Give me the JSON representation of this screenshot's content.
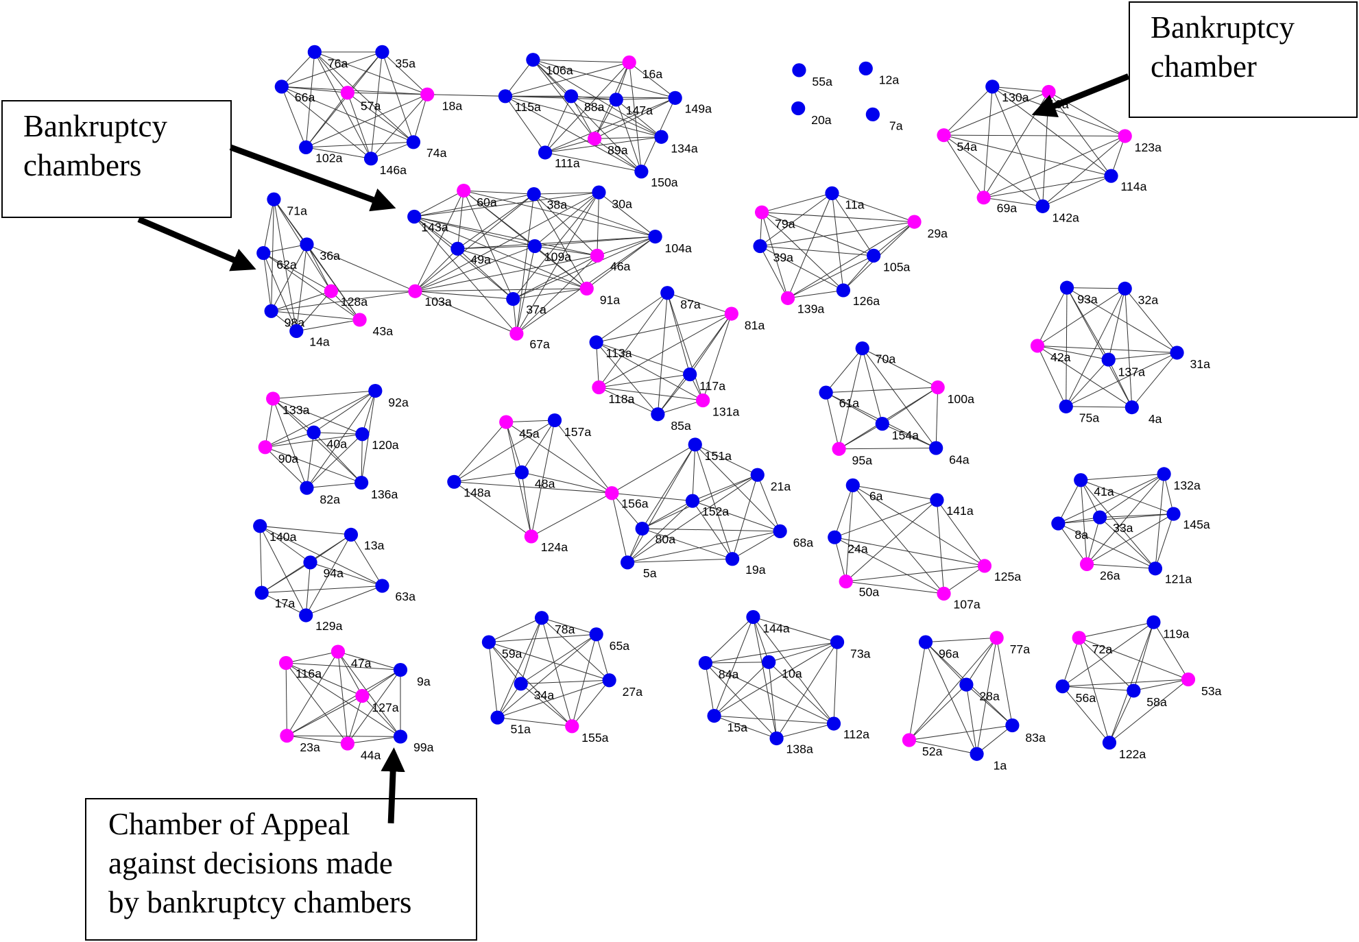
{
  "colors": {
    "blue": "#0000ee",
    "pink": "#ff00ff",
    "edge": "#333333"
  },
  "callouts": {
    "top_right": [
      "Bankruptcy",
      "chamber"
    ],
    "left": [
      "Bankruptcy",
      "chambers"
    ],
    "bottom": [
      "Chamber of Appeal",
      "against decisions made",
      "by bankruptcy chambers"
    ]
  },
  "clusters": [
    {
      "nodes": [
        [
          "76a",
          "blue"
        ],
        [
          "35a",
          "blue"
        ],
        [
          "66a",
          "blue"
        ],
        [
          "57a",
          "pink"
        ],
        [
          "18a",
          "pink"
        ],
        [
          "102a",
          "blue"
        ],
        [
          "146a",
          "blue"
        ],
        [
          "74a",
          "blue"
        ]
      ]
    },
    {
      "nodes": [
        [
          "106a",
          "blue"
        ],
        [
          "16a",
          "pink"
        ],
        [
          "115a",
          "blue"
        ],
        [
          "88a",
          "blue"
        ],
        [
          "147a",
          "blue"
        ],
        [
          "149a",
          "blue"
        ],
        [
          "89a",
          "pink"
        ],
        [
          "134a",
          "blue"
        ],
        [
          "111a",
          "blue"
        ],
        [
          "150a",
          "blue"
        ]
      ]
    },
    {
      "nodes": [
        [
          "55a",
          "blue"
        ]
      ]
    },
    {
      "nodes": [
        [
          "12a",
          "blue"
        ]
      ]
    },
    {
      "nodes": [
        [
          "20a",
          "blue"
        ]
      ]
    },
    {
      "nodes": [
        [
          "7a",
          "blue"
        ]
      ]
    },
    {
      "nodes": [
        [
          "130a",
          "blue"
        ],
        [
          "110a",
          "pink"
        ],
        [
          "54a",
          "pink"
        ],
        [
          "123a",
          "pink"
        ],
        [
          "114a",
          "blue"
        ],
        [
          "69a",
          "pink"
        ],
        [
          "142a",
          "blue"
        ]
      ]
    },
    {
      "nodes": [
        [
          "71a",
          "blue"
        ],
        [
          "36a",
          "blue"
        ],
        [
          "62a",
          "blue"
        ],
        [
          "128a",
          "pink"
        ],
        [
          "98a",
          "blue"
        ],
        [
          "14a",
          "blue"
        ],
        [
          "43a",
          "pink"
        ]
      ]
    },
    {
      "nodes": [
        [
          "143a",
          "blue"
        ],
        [
          "60a",
          "pink"
        ],
        [
          "38a",
          "blue"
        ],
        [
          "30a",
          "blue"
        ],
        [
          "104a",
          "blue"
        ],
        [
          "49a",
          "blue"
        ],
        [
          "109a",
          "blue"
        ],
        [
          "46a",
          "pink"
        ],
        [
          "103a",
          "pink"
        ],
        [
          "91a",
          "pink"
        ],
        [
          "37a",
          "blue"
        ],
        [
          "67a",
          "pink"
        ]
      ]
    },
    {
      "nodes": [
        [
          "79a",
          "pink"
        ],
        [
          "11a",
          "blue"
        ],
        [
          "29a",
          "pink"
        ],
        [
          "39a",
          "blue"
        ],
        [
          "105a",
          "blue"
        ],
        [
          "139a",
          "pink"
        ],
        [
          "126a",
          "blue"
        ]
      ]
    },
    {
      "nodes": [
        [
          "93a",
          "blue"
        ],
        [
          "32a",
          "blue"
        ],
        [
          "42a",
          "pink"
        ],
        [
          "31a",
          "blue"
        ],
        [
          "137a",
          "blue"
        ],
        [
          "75a",
          "blue"
        ],
        [
          "4a",
          "blue"
        ]
      ]
    },
    {
      "nodes": [
        [
          "87a",
          "blue"
        ],
        [
          "81a",
          "pink"
        ],
        [
          "113a",
          "blue"
        ],
        [
          "117a",
          "blue"
        ],
        [
          "118a",
          "pink"
        ],
        [
          "131a",
          "pink"
        ],
        [
          "85a",
          "blue"
        ]
      ]
    },
    {
      "nodes": [
        [
          "70a",
          "blue"
        ],
        [
          "61a",
          "blue"
        ],
        [
          "100a",
          "pink"
        ],
        [
          "154a",
          "blue"
        ],
        [
          "95a",
          "pink"
        ],
        [
          "64a",
          "blue"
        ]
      ]
    },
    {
      "nodes": [
        [
          "133a",
          "pink"
        ],
        [
          "92a",
          "blue"
        ],
        [
          "40a",
          "blue"
        ],
        [
          "120a",
          "blue"
        ],
        [
          "90a",
          "pink"
        ],
        [
          "82a",
          "blue"
        ],
        [
          "136a",
          "blue"
        ]
      ]
    },
    {
      "nodes": [
        [
          "45a",
          "pink"
        ],
        [
          "157a",
          "blue"
        ],
        [
          "148a",
          "blue"
        ],
        [
          "48a",
          "blue"
        ],
        [
          "156a",
          "pink"
        ],
        [
          "124a",
          "pink"
        ]
      ]
    },
    {
      "nodes": [
        [
          "151a",
          "blue"
        ],
        [
          "21a",
          "blue"
        ],
        [
          "152a",
          "blue"
        ],
        [
          "80a",
          "blue"
        ],
        [
          "68a",
          "blue"
        ],
        [
          "5a",
          "blue"
        ],
        [
          "19a",
          "blue"
        ]
      ]
    },
    {
      "nodes": [
        [
          "6a",
          "blue"
        ],
        [
          "141a",
          "blue"
        ],
        [
          "24a",
          "blue"
        ],
        [
          "125a",
          "pink"
        ],
        [
          "50a",
          "pink"
        ],
        [
          "107a",
          "pink"
        ]
      ]
    },
    {
      "nodes": [
        [
          "41a",
          "blue"
        ],
        [
          "132a",
          "blue"
        ],
        [
          "145a",
          "blue"
        ],
        [
          "8a",
          "blue"
        ],
        [
          "33a",
          "blue"
        ],
        [
          "26a",
          "pink"
        ],
        [
          "121a",
          "blue"
        ]
      ]
    },
    {
      "nodes": [
        [
          "140a",
          "blue"
        ],
        [
          "13a",
          "blue"
        ],
        [
          "94a",
          "blue"
        ],
        [
          "63a",
          "blue"
        ],
        [
          "17a",
          "blue"
        ],
        [
          "129a",
          "blue"
        ]
      ]
    },
    {
      "nodes": [
        [
          "116a",
          "pink"
        ],
        [
          "47a",
          "pink"
        ],
        [
          "9a",
          "blue"
        ],
        [
          "127a",
          "pink"
        ],
        [
          "23a",
          "pink"
        ],
        [
          "44a",
          "pink"
        ],
        [
          "99a",
          "blue"
        ]
      ]
    },
    {
      "nodes": [
        [
          "78a",
          "blue"
        ],
        [
          "59a",
          "blue"
        ],
        [
          "65a",
          "blue"
        ],
        [
          "27a",
          "blue"
        ],
        [
          "34a",
          "blue"
        ],
        [
          "51a",
          "blue"
        ],
        [
          "155a",
          "pink"
        ]
      ]
    },
    {
      "nodes": [
        [
          "144a",
          "blue"
        ],
        [
          "73a",
          "blue"
        ],
        [
          "84a",
          "blue"
        ],
        [
          "10a",
          "blue"
        ],
        [
          "15a",
          "blue"
        ],
        [
          "112a",
          "blue"
        ],
        [
          "138a",
          "blue"
        ]
      ]
    },
    {
      "nodes": [
        [
          "96a",
          "blue"
        ],
        [
          "77a",
          "pink"
        ],
        [
          "28a",
          "blue"
        ],
        [
          "83a",
          "blue"
        ],
        [
          "52a",
          "pink"
        ],
        [
          "1a",
          "blue"
        ]
      ]
    },
    {
      "nodes": [
        [
          "72a",
          "pink"
        ],
        [
          "119a",
          "blue"
        ],
        [
          "53a",
          "pink"
        ],
        [
          "56a",
          "blue"
        ],
        [
          "58a",
          "blue"
        ],
        [
          "122a",
          "blue"
        ]
      ]
    }
  ],
  "links": [
    [
      "18a",
      "115a"
    ],
    [
      "103a",
      "128a"
    ],
    [
      "103a",
      "36a"
    ],
    [
      "103a",
      "98a"
    ],
    [
      "156a",
      "151a"
    ],
    [
      "156a",
      "80a"
    ],
    [
      "156a",
      "5a"
    ],
    [
      "156a",
      "152a"
    ]
  ]
}
